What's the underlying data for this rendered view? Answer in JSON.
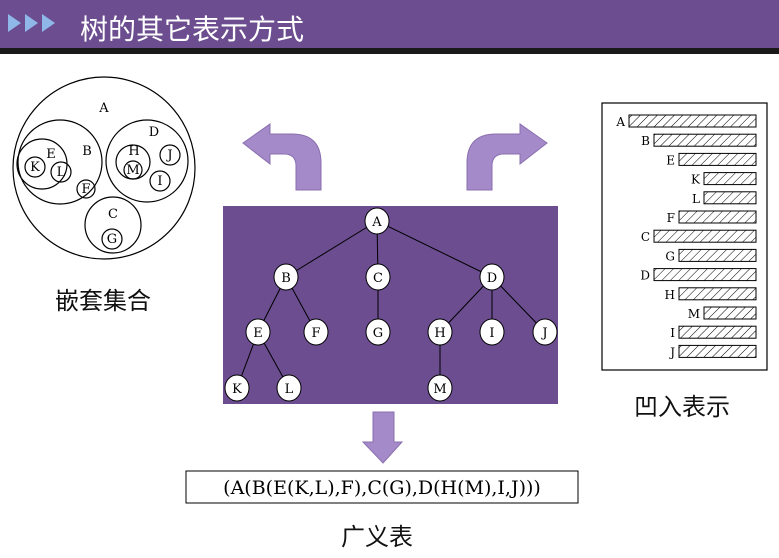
{
  "header": {
    "title": "树的其它表示方式",
    "accent": "#6b4d90",
    "arrow_color": "#8fb8e8",
    "icon": "triple-triangle-arrow-icon"
  },
  "nested": {
    "caption": "嵌套集合",
    "sets": {
      "A": "A",
      "B": "B",
      "C": "C",
      "D": "D",
      "E": "E",
      "F": "F",
      "G": "G",
      "H": "H",
      "I": "I",
      "J": "J",
      "K": "K",
      "L": "L",
      "M": "M"
    }
  },
  "tree": {
    "background": "#6b4d90",
    "nodes": {
      "A": "A",
      "B": "B",
      "C": "C",
      "D": "D",
      "E": "E",
      "F": "F",
      "G": "G",
      "H": "H",
      "I": "I",
      "J": "J",
      "K": "K",
      "L": "L",
      "M": "M"
    }
  },
  "indent": {
    "caption": "凹入表示",
    "rows": [
      {
        "label": "A",
        "depth": 0
      },
      {
        "label": "B",
        "depth": 1
      },
      {
        "label": "E",
        "depth": 2
      },
      {
        "label": "K",
        "depth": 3
      },
      {
        "label": "L",
        "depth": 3
      },
      {
        "label": "F",
        "depth": 2
      },
      {
        "label": "C",
        "depth": 1
      },
      {
        "label": "G",
        "depth": 2
      },
      {
        "label": "D",
        "depth": 1
      },
      {
        "label": "H",
        "depth": 2
      },
      {
        "label": "M",
        "depth": 3
      },
      {
        "label": "I",
        "depth": 2
      },
      {
        "label": "J",
        "depth": 2
      }
    ]
  },
  "generalized_list": {
    "caption": "广义表",
    "expression": "(A(B(E(K,L),F),C(G),D(H(M),I,J)))"
  },
  "arrow_color": "#a48ac8"
}
